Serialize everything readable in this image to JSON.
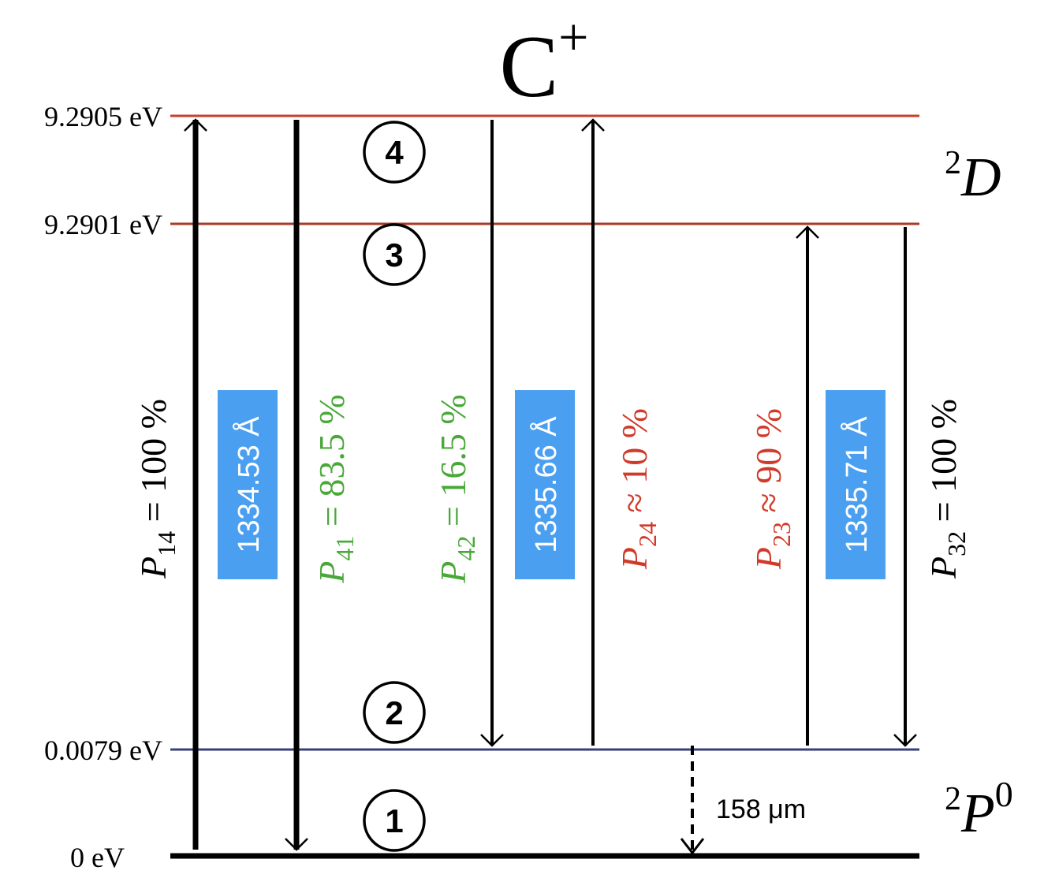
{
  "title": {
    "base": "C",
    "sup": "+"
  },
  "colors": {
    "level_top": "#c8402a",
    "level_mid": "#a83a28",
    "level_low": "#3a3f7a",
    "ground": "#000000",
    "green": "#4aa83a",
    "red": "#d03a2a",
    "black": "#000000",
    "badge": "#4a9ff0",
    "badge_text": "#ffffff"
  },
  "levels": [
    {
      "id": 4,
      "energy_label": "9.2905 eV"
    },
    {
      "id": 3,
      "energy_label": "9.2901 eV"
    },
    {
      "id": 2,
      "energy_label": "0.0079 eV"
    },
    {
      "id": 1,
      "energy_label": "0 eV"
    }
  ],
  "level_markers": [
    "4",
    "3",
    "2",
    "1"
  ],
  "terms": {
    "upper": {
      "sup": "2",
      "letter": "D",
      "post": ""
    },
    "lower": {
      "sup": "2",
      "letter": "P",
      "post": "0"
    }
  },
  "transitions": [
    {
      "name": "P",
      "sub": "14",
      "rel": " = 100 %",
      "color": "black"
    },
    {
      "name": "P",
      "sub": "41",
      "rel": " = 83.5 %",
      "color": "green"
    },
    {
      "name": "P",
      "sub": "42",
      "rel": " = 16.5 %",
      "color": "green"
    },
    {
      "name": "P",
      "sub": "24",
      "rel": " ≈ 10 %",
      "color": "red"
    },
    {
      "name": "P",
      "sub": "23",
      "rel": " ≈ 90 %",
      "color": "red"
    },
    {
      "name": "P",
      "sub": "32",
      "rel": " = 100 %",
      "color": "black"
    }
  ],
  "wavelengths": [
    "1334.53 Å",
    "1335.66 Å",
    "1335.71 Å"
  ],
  "fine_structure_label": "158 μm"
}
